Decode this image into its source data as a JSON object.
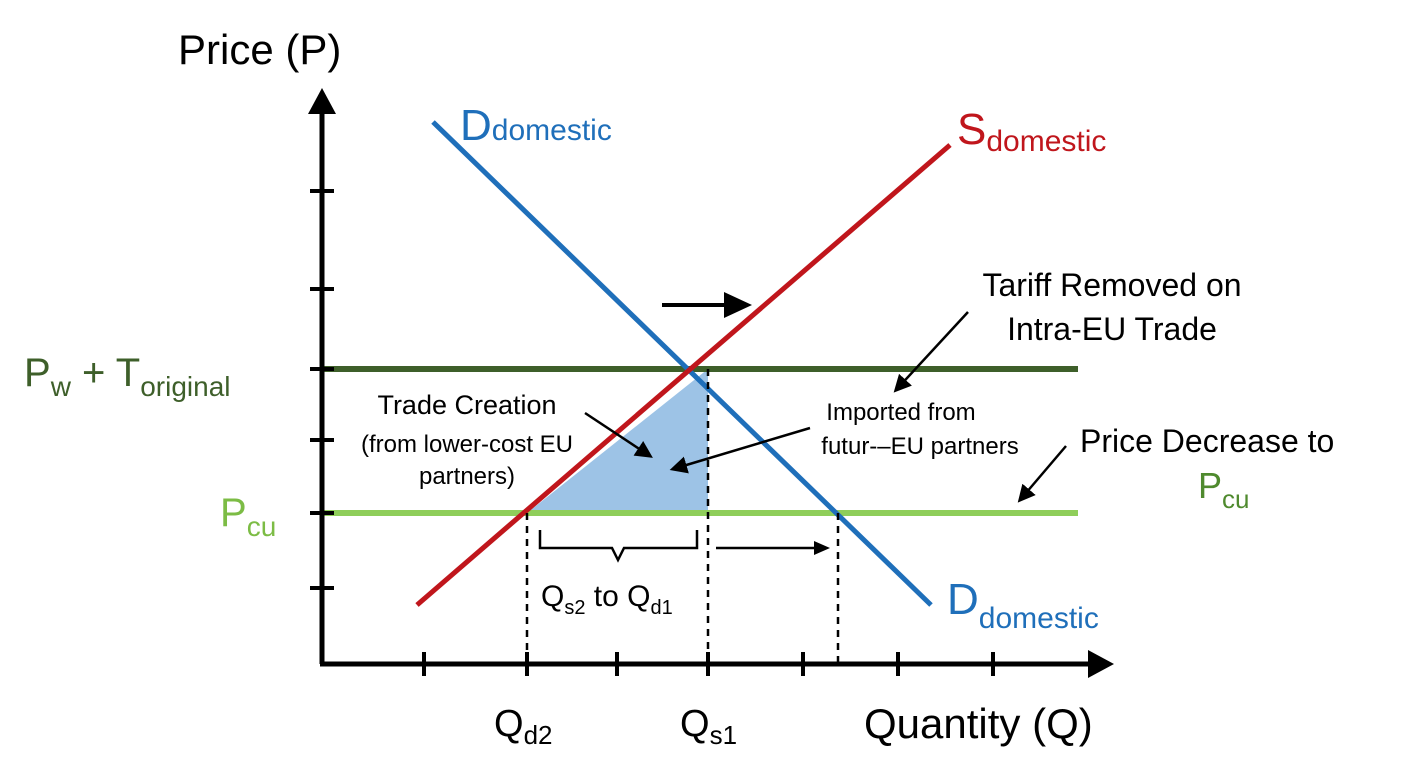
{
  "axes": {
    "y_label": "Price (P)",
    "x_label": "Quantity (Q)"
  },
  "curves": {
    "demand_main": "D",
    "demand_sub": "domestic",
    "supply_main": "S",
    "supply_sub": "domestic"
  },
  "price_levels": {
    "pw_main": "P",
    "pw_sub": "w",
    "pw_plus": " + T",
    "pw_plus_sub": "original",
    "pcu_main": "P",
    "pcu_sub": "cu"
  },
  "quantities": {
    "qd2_main": "Q",
    "qd2_sub": "d2",
    "qs1_main": "Q",
    "qs1_sub": "s1"
  },
  "annotations": {
    "trade_creation": [
      "Trade Creation",
      "(from lower-cost EU",
      "partners)"
    ],
    "imported_from": [
      "Imported from",
      "futur-–EU partners"
    ],
    "tariff_removed": [
      "Tariff Removed on",
      "Intra-EU Trade"
    ],
    "price_decrease_line1": "Price Decrease to",
    "price_decrease_main": "P",
    "price_decrease_sub": "cu",
    "bracket_q": "Q",
    "bracket_s2": "s2",
    "bracket_to": " to Q",
    "bracket_d1": "d1"
  },
  "colors": {
    "demand": "#1f6fba",
    "supply": "#c0161c",
    "world_price_line": "#3e5f2a",
    "pcu_line": "#8fce5a",
    "pcu_text": "#7cbc45",
    "pcu_label_dark": "#4f8a2e",
    "trade_creation_fill": "#9dc3e6",
    "axis": "#000000"
  }
}
